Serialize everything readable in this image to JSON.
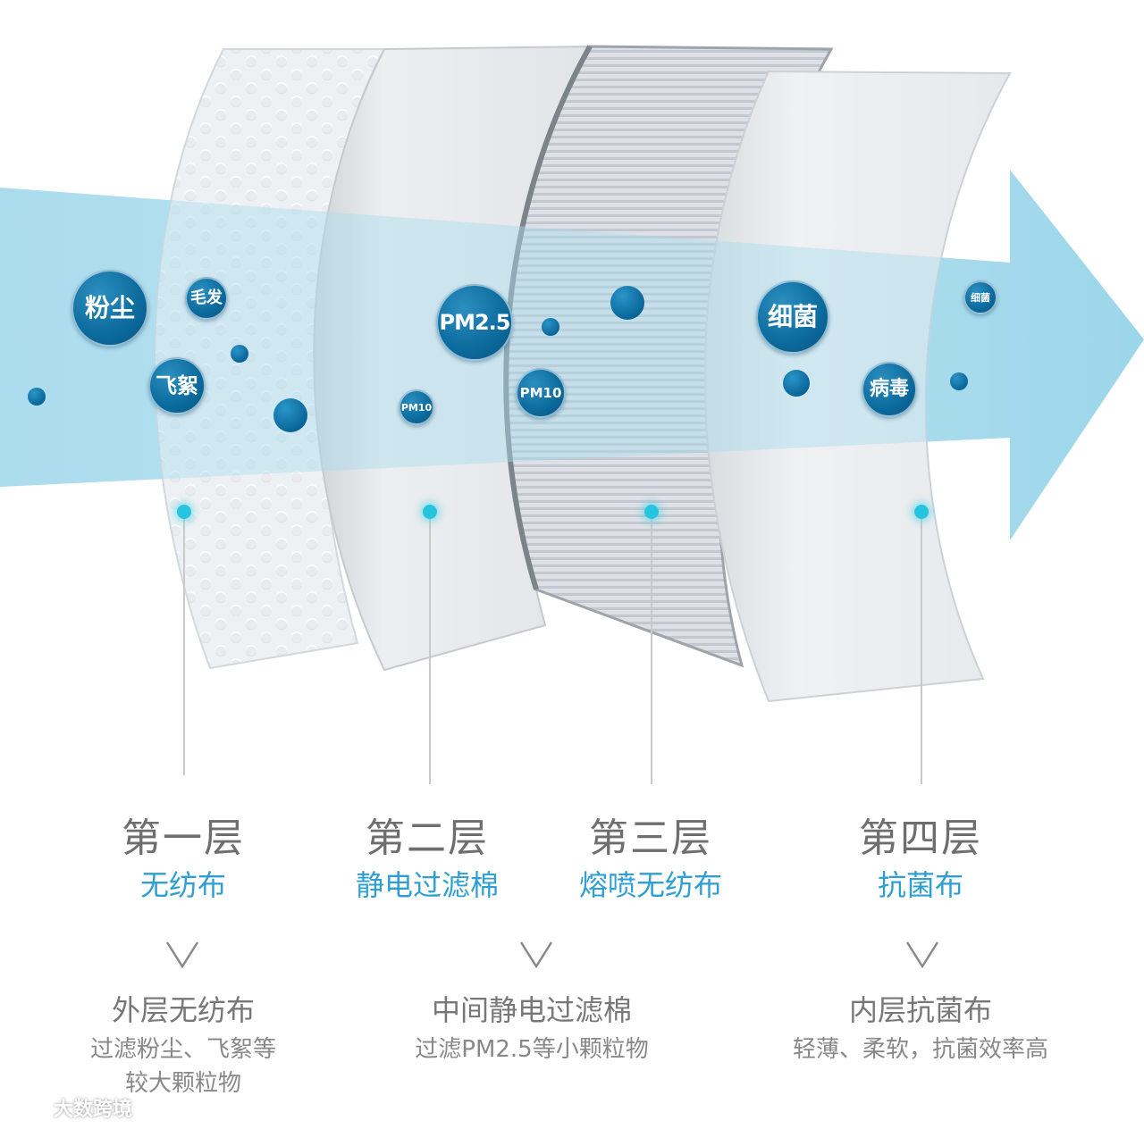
{
  "colors": {
    "accent_blue": "#2f9fd3",
    "particle_blue": "#0c6a9d",
    "marker_cyan": "#27c4e0",
    "title_grey": "#6e6e6e"
  },
  "particles": [
    {
      "id": "dust",
      "label": "粉尘"
    },
    {
      "id": "hair",
      "label": "毛发"
    },
    {
      "id": "fluff",
      "label": "飞絮"
    },
    {
      "id": "pm25",
      "label": "PM2.5"
    },
    {
      "id": "pm10a",
      "label": "PM10"
    },
    {
      "id": "pm10b",
      "label": "PM10"
    },
    {
      "id": "bacteria-large",
      "label": "细菌"
    },
    {
      "id": "virus",
      "label": "病毒"
    },
    {
      "id": "bacteria-small",
      "label": "细菌"
    }
  ],
  "layers": [
    {
      "title": "第一层",
      "name": "无纺布"
    },
    {
      "title": "第二层",
      "name": "静电过滤棉"
    },
    {
      "title": "第三层",
      "name": "熔喷无纺布"
    },
    {
      "title": "第四层",
      "name": "抗菌布"
    }
  ],
  "descriptions": [
    {
      "title": "外层无纺布",
      "line1": "过滤粉尘、飞絮等",
      "line2": "较大颗粒物"
    },
    {
      "title": "中间静电过滤棉",
      "line1": "过滤PM2.5等小颗粒物",
      "line2": ""
    },
    {
      "title": "内层抗菌布",
      "line1": "轻薄、柔软，抗菌效率高",
      "line2": ""
    }
  ],
  "watermark": {
    "text": "大数跨境",
    "icon": "brand-logo-icon"
  }
}
